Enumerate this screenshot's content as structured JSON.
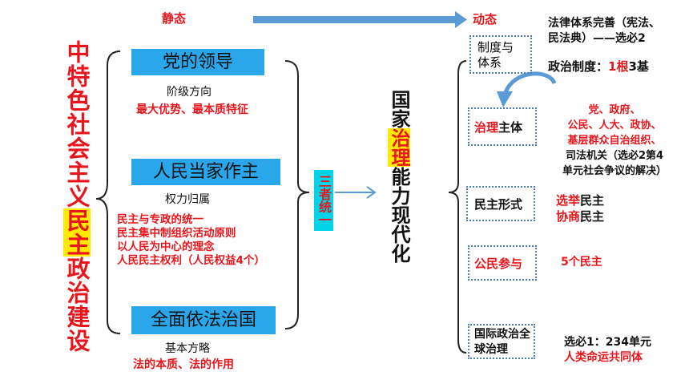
{
  "top": {
    "static": "静态",
    "dynamic": "动态"
  },
  "left_title": {
    "part1": "中特色社会主义",
    "part2": "民主",
    "part3": "政治建设"
  },
  "middle": {
    "party": {
      "title": "党的领导",
      "sub": "阶级方向",
      "note": "最大优势、最本质特征"
    },
    "people": {
      "title": "人民当家作主",
      "sub": "权力归属",
      "notes": [
        "民主与专政的统一",
        "民主集中制组织活动原则",
        "以人民为中心的理念",
        "人民民主权利（人民权益4个）"
      ]
    },
    "law": {
      "title": "全面依法治国",
      "sub": "基本方略",
      "note": "法的本质、法的作用"
    }
  },
  "unity": "三者统一",
  "center_title": {
    "part1": "国家",
    "part2": "治理",
    "part3": "能力现代化"
  },
  "right": {
    "system": {
      "label": "制度与体系",
      "line1": "法律体系完善（宪法、",
      "line2": "民法典）——选必2",
      "politics_prefix": "政治制度：",
      "politics_red": "1根",
      "politics_suffix": "3基"
    },
    "subject": {
      "label_red": "治理",
      "label_black": "主体",
      "lines": [
        "党、政府、",
        "公民、人大、政协、",
        "基层群众自治组织、",
        "司法机关（选必2第4",
        "单元社会争议的解决）"
      ]
    },
    "form": {
      "label": "民主形式",
      "line1_red": "选举",
      "line1_black": "民主",
      "line2_red": "协商",
      "line2_black": "民主"
    },
    "participation": {
      "label": "公民参与",
      "note": "5个民主"
    },
    "international": {
      "label": "国际政治全球治理",
      "line1": "选必1：234单元",
      "line2": "人类命运共同体"
    }
  },
  "colors": {
    "blue": "#2aa7ea",
    "red": "#e8161c",
    "yellow": "#ffea00",
    "cyan": "#00d5e8",
    "arrow": "#5b9bd5"
  }
}
